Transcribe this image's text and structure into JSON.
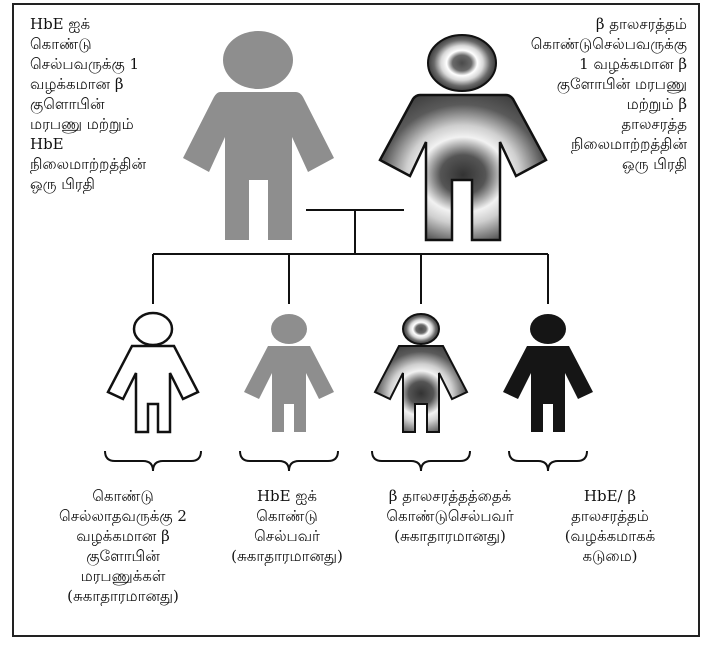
{
  "top_left": [
    "HbE ஐக்",
    "கொண்டு",
    "செல்பவருக்கு 1",
    "வழக்கமான β",
    "குளொபின்",
    "மரபணு மற்றும்",
    "HbE",
    "நிலைமாற்றத்தின்",
    "ஒரு பிரதி"
  ],
  "top_right": [
    "β தாலசரத்தம்",
    "கொண்டுசெல்பவருக்கு",
    "1 வழக்கமான β",
    "குளோபின் மரபணு",
    "மற்றும் β",
    "தாலசரத்த",
    "நிலைமாற்றத்தின்",
    "ஒரு பிரதி"
  ],
  "children": [
    {
      "lines": [
        "கொண்டு",
        "செல்லாதவருக்கு 2",
        "வழக்கமான β",
        "குளோபின்",
        "மரபணுக்கள்",
        "(சுகாதாரமானது)"
      ]
    },
    {
      "lines": [
        "HbE ஐக்",
        "கொண்டு",
        "செல்பவர்",
        "(சுகாதாரமானது)"
      ]
    },
    {
      "lines": [
        "β தாலசரத்தத்தைக்",
        "கொண்டுசெல்பவர்",
        "(சுகாதாரமானது)"
      ]
    },
    {
      "lines": [
        "HbE/ β",
        "தாலசரத்தம்",
        "(வழக்கமாகக்",
        "கடுமை)"
      ]
    }
  ],
  "colors": {
    "hbe_gray": "#8e8e8e",
    "thal_dark": "#4a4a4a",
    "affected_black": "#151515",
    "line": "#111111"
  }
}
